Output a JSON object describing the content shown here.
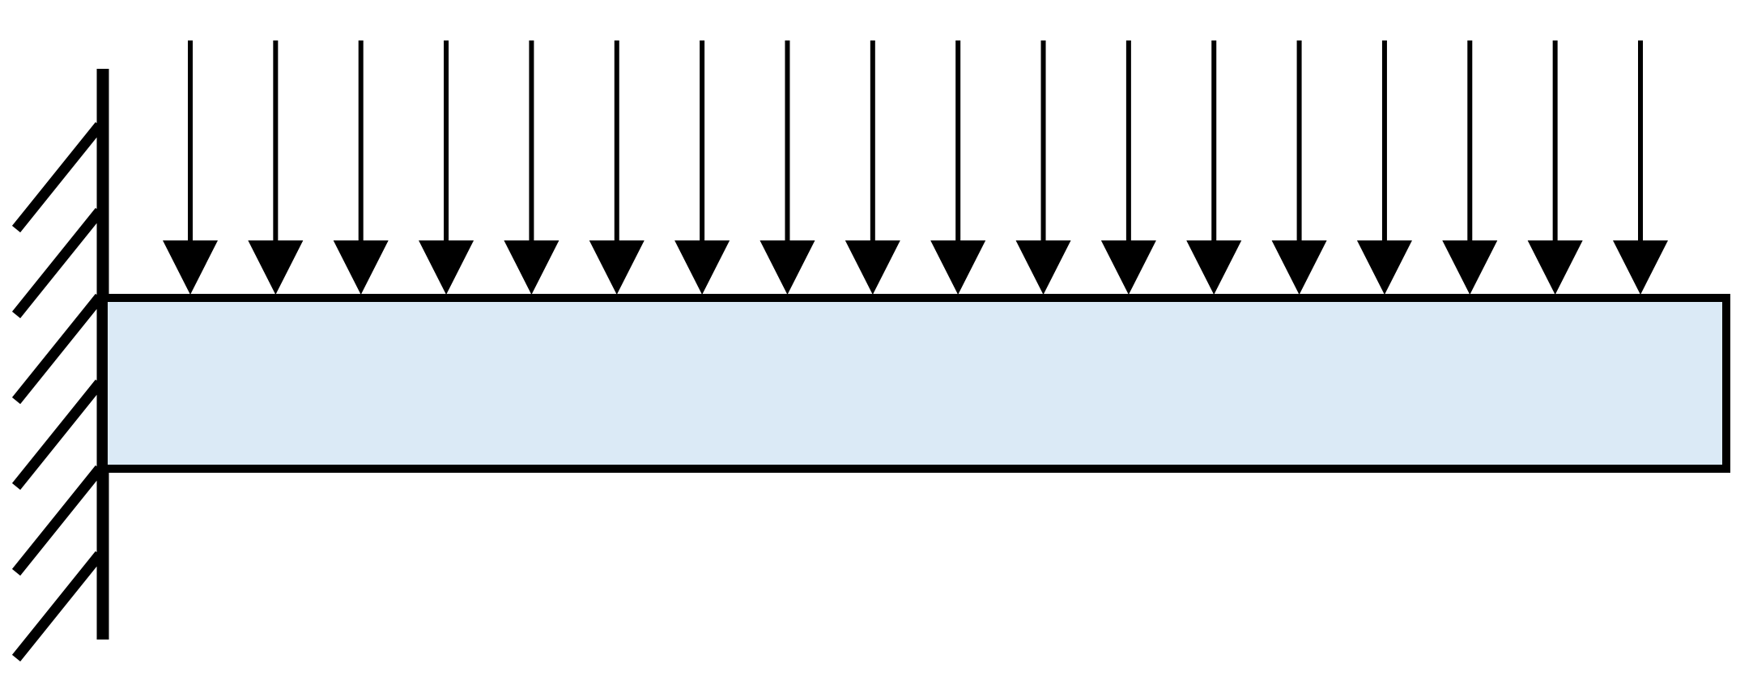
{
  "diagram": {
    "type": "cantilever-beam-uniform-load",
    "support": "fixed-wall-left",
    "load": {
      "kind": "uniformly-distributed",
      "direction": "down",
      "arrow_count": 18
    },
    "colors": {
      "beam_fill": "#dbeaf6",
      "stroke": "#000000",
      "background": "#ffffff"
    }
  }
}
